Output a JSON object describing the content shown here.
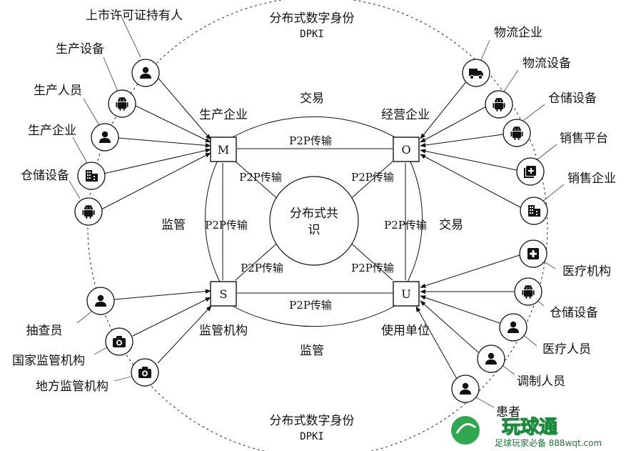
{
  "top_title": "分布式数字身份",
  "top_sub": "DPKI",
  "bottom_title": "分布式数字身份",
  "bottom_sub": "DPKI",
  "center": {
    "line1": "分布式共",
    "line2": "识"
  },
  "nodes": {
    "m": "M",
    "o": "O",
    "s": "S",
    "u": "U"
  },
  "node_labels": {
    "m": "生产企业",
    "o": "经营企业",
    "s": "监管机构",
    "u": "使用单位"
  },
  "ring_labels": {
    "top": "交易",
    "right": "交易",
    "left": "监管",
    "bottom": "监管"
  },
  "p2p": "P2P传输",
  "left_labels": [
    "上市许可证持有人",
    "生产设备",
    "生产人员",
    "生产企业",
    "仓储设备"
  ],
  "right_labels": [
    "物流企业",
    "物流设备",
    "仓储设备",
    "销售平台",
    "销售企业"
  ],
  "lower_left_labels": [
    "抽查员",
    "国家监管机构",
    "地方监管机构"
  ],
  "lower_right_labels": [
    "医疗机构",
    "仓储设备",
    "医疗人员",
    "调制人员",
    "患者"
  ],
  "icons": {
    "left": [
      "person-icon",
      "android-icon",
      "person-icon",
      "building-icon",
      "android-icon"
    ],
    "right": [
      "truck-icon",
      "android-icon",
      "android-icon",
      "add-box-icon",
      "building-icon"
    ],
    "lower_left": [
      "person-icon",
      "camera-icon",
      "camera-icon"
    ],
    "lower_right": [
      "medical-cross-icon",
      "android-icon",
      "person-icon",
      "person-icon",
      "person-icon"
    ]
  },
  "watermark": {
    "logo": "玩球通",
    "sub": "足球玩家必备 888wqt.com"
  }
}
